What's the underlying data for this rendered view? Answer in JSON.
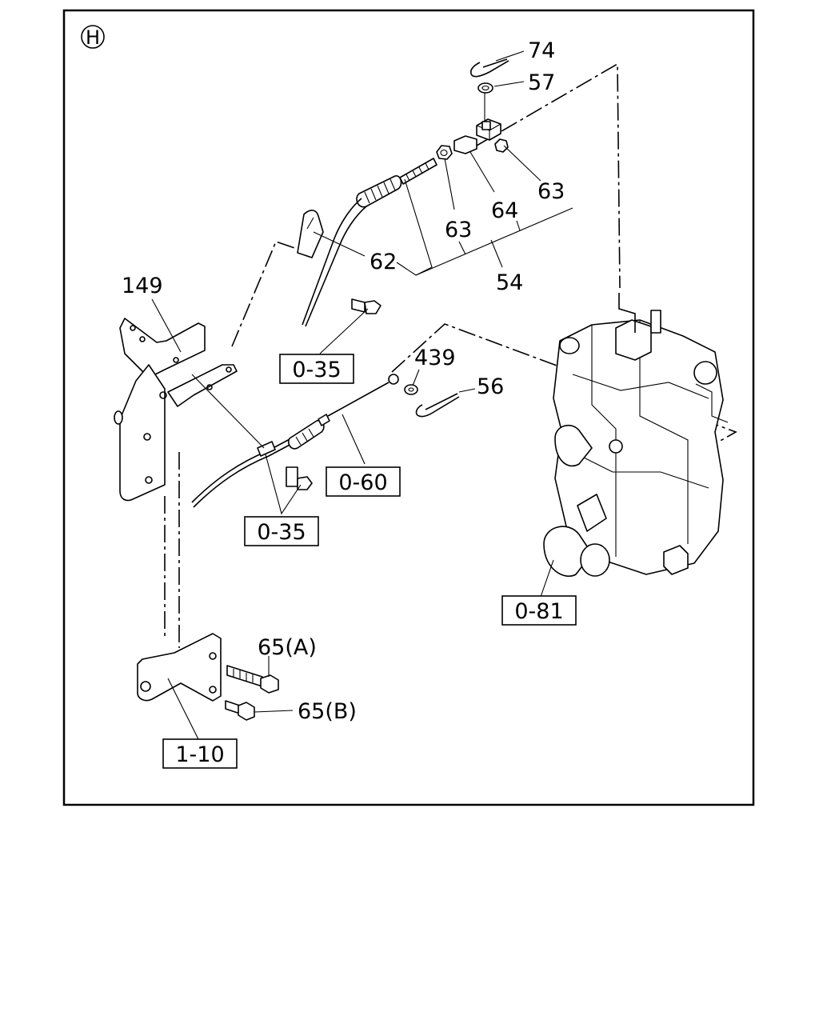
{
  "section_marker": "H",
  "labels": {
    "p74": "74",
    "p57": "57",
    "p63a": "63",
    "p64": "64",
    "p63b": "63",
    "p62": "62",
    "p54": "54",
    "p149": "149",
    "p439": "439",
    "p56": "56",
    "p65a": "65(A)",
    "p65b": "65(B)"
  },
  "boxed_refs": {
    "r035_top": "0-35",
    "r060": "0-60",
    "r035_bottom": "0-35",
    "r081": "0-81",
    "r110": "1-10"
  }
}
